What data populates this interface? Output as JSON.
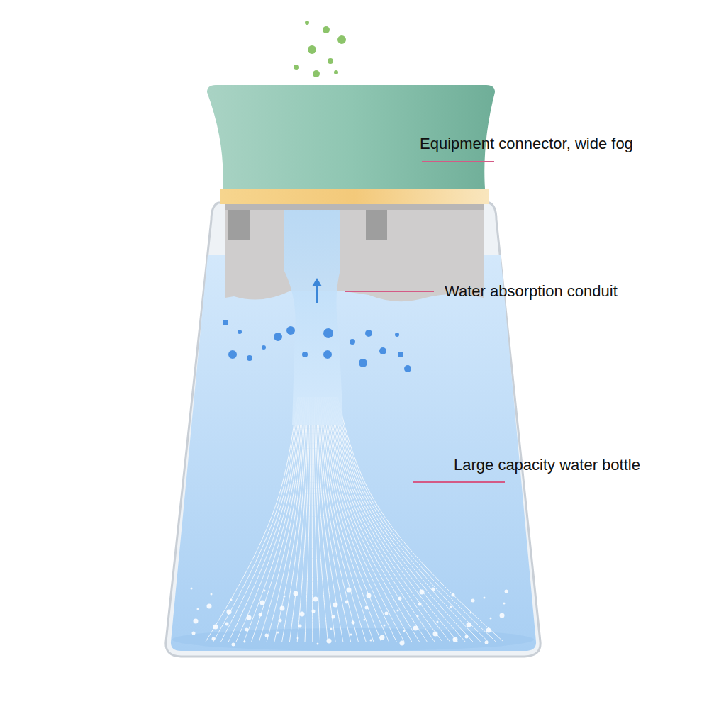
{
  "diagram": {
    "labels": [
      "Equipment connector, wide fog",
      "Water absorption conduit",
      "Large capacity water bottle"
    ]
  }
}
